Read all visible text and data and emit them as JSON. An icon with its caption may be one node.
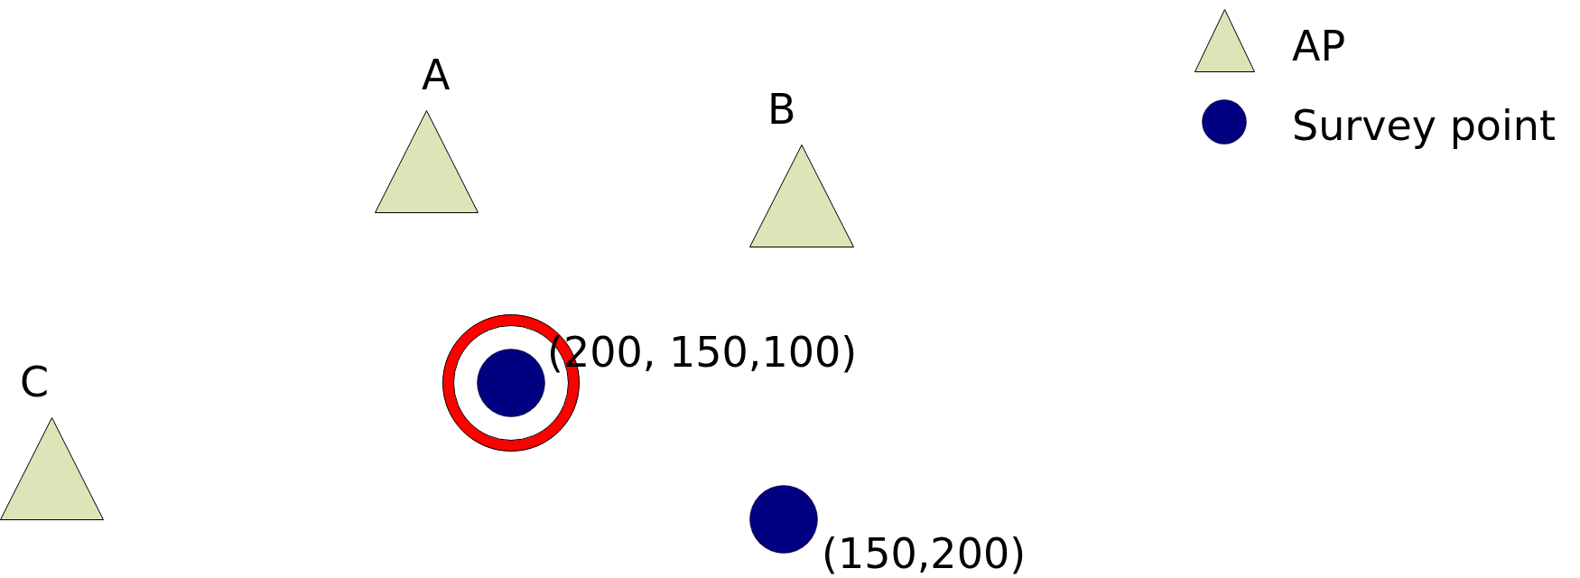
{
  "diagram": {
    "nodes": [
      {
        "text": [
          "A"
        ]
      },
      {
        "text": [
          "B"
        ]
      },
      {
        "text": [
          "C"
        ]
      },
      {
        "text": [],
        "shape": "ring"
      },
      {
        "text": [],
        "shape": "circle",
        "in": 3,
        "beside": [
          "(200, 150,100)"
        ]
      },
      {
        "text": [],
        "shape": "circle",
        "beside": [
          "(150,200)"
        ]
      }
    ],
    "legend": [
      {
        "text": "AP"
      },
      {
        "text": "Survey point"
      }
    ]
  }
}
